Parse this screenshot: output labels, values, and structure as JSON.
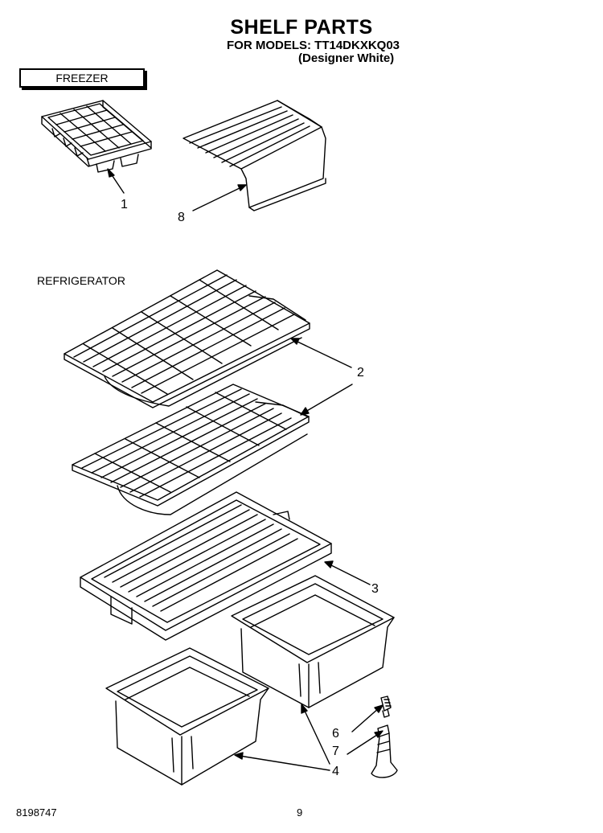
{
  "header": {
    "title": "SHELF PARTS",
    "models_line": "FOR MODELS: TT14DKXKQ03",
    "variant": "(Designer White)"
  },
  "sections": {
    "freezer": "FREEZER",
    "refrigerator": "REFRIGERATOR"
  },
  "callouts": {
    "c1": "1",
    "c2": "2",
    "c3": "3",
    "c4": "4",
    "c6": "6",
    "c7": "7",
    "c8": "8"
  },
  "footer": {
    "part_number": "8198747",
    "page": "9"
  }
}
